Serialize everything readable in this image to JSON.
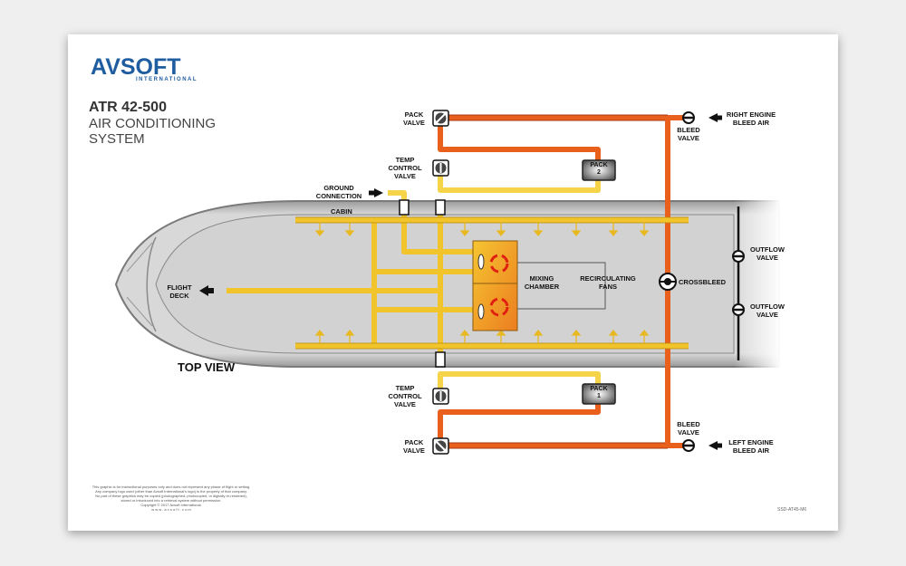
{
  "brand": {
    "logo": "AVSOFT",
    "logo_sub": "INTERNATIONAL"
  },
  "title": {
    "line1": "ATR 42-500",
    "line2": "AIR CONDITIONING",
    "line3": "SYSTEM"
  },
  "labels": {
    "pack_valve_top": [
      "PACK",
      "VALVE"
    ],
    "temp_control_valve_top": [
      "TEMP",
      "CONTROL",
      "VALVE"
    ],
    "ground_connection": [
      "GROUND",
      "CONNECTION"
    ],
    "cabin": "CABIN",
    "flight_deck": [
      "FLIGHT",
      "DECK"
    ],
    "mixing_chamber": [
      "MIXING",
      "CHAMBER"
    ],
    "recirculating_fans": [
      "RECIRCULATING",
      "FANS"
    ],
    "crossbleed": "CROSSBLEED",
    "outflow_valve_1": [
      "OUTFLOW",
      "VALVE"
    ],
    "outflow_valve_2": [
      "OUTFLOW",
      "VALVE"
    ],
    "right_engine_bleed_air": [
      "RIGHT ENGINE",
      "BLEED AIR"
    ],
    "left_engine_bleed_air": [
      "LEFT ENGINE",
      "BLEED AIR"
    ],
    "bleed_valve_top": [
      "BLEED",
      "VALVE"
    ],
    "bleed_valve_bottom": [
      "BLEED",
      "VALVE"
    ],
    "temp_control_valve_bottom": [
      "TEMP",
      "CONTROL",
      "VALVE"
    ],
    "pack_valve_bottom": [
      "PACK",
      "VALVE"
    ],
    "pack_2": [
      "PACK",
      "2"
    ],
    "pack_1": [
      "PACK",
      "1"
    ],
    "top_view": "TOP VIEW"
  },
  "disclaimer": [
    "This graphic is for instructional purposes only and does not represent any phase of flight or setting.",
    "Any company logo used (other than Avsoft International's logo) is the property of that company.",
    "No part of these graphics may be copied (photographed, photocopied, or digitally re-rendered),",
    "stored or introduced into a retrieval system without permission.",
    "Copyright © 2017 Avsoft International.",
    "w w w . a v s o f t . c o m"
  ],
  "doc_code": "SSD-AT45-M6",
  "colors": {
    "hot": "#e8601c",
    "warm": "#f2a33a",
    "cool": "#f6d44a",
    "fuselage": "#cfcfcf",
    "brand": "#1f5da1"
  }
}
